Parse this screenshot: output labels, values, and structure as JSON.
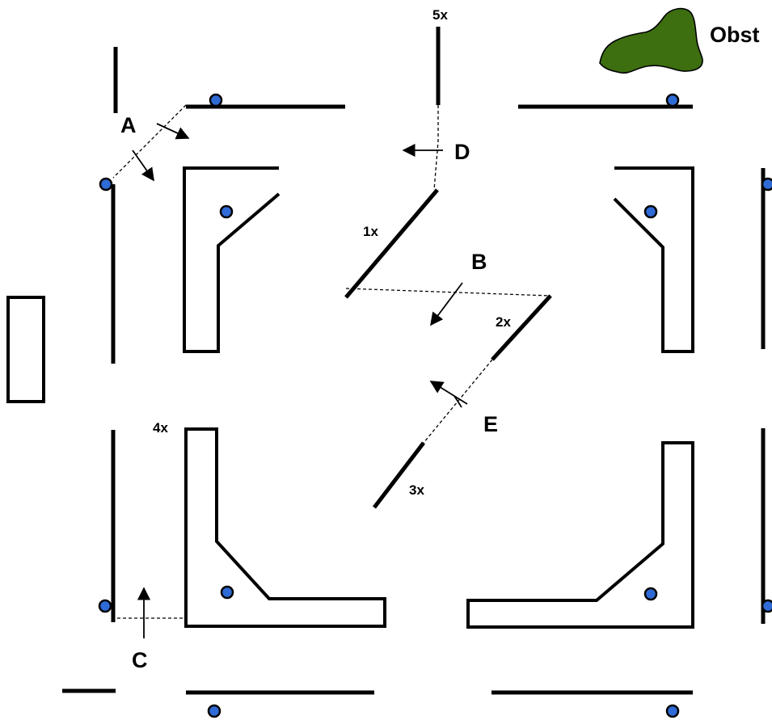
{
  "legend": {
    "obstacle_label": "Obst",
    "obstacle_color": "#3d6e10"
  },
  "markers": {
    "fill": "#2f6bd6",
    "stroke": "#000000"
  },
  "labels": {
    "A": "A",
    "B": "B",
    "C": "C",
    "D": "D",
    "E": "E"
  },
  "multipliers": {
    "m1": "1x",
    "m2": "2x",
    "m3": "3x",
    "m4": "4x",
    "m5": "5x"
  }
}
